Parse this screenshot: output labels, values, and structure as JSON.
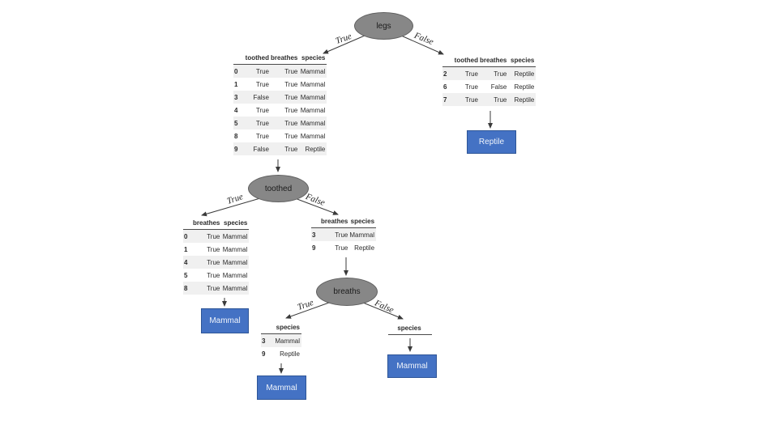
{
  "colors": {
    "node_fill": "#878787",
    "node_border": "#606060",
    "leaf_fill": "#4472c4",
    "leaf_border": "#2e5597",
    "leaf_text": "#f0f4fb",
    "row_stripe": "#f0f0f0",
    "arrow": "#3a3a3a"
  },
  "nodes": {
    "legs": {
      "label": "legs"
    },
    "toothed": {
      "label": "toothed"
    },
    "breaths": {
      "label": "breaths"
    }
  },
  "leaves": {
    "reptile": {
      "label": "Reptile"
    },
    "mammal_left": {
      "label": "Mammal"
    },
    "mammal_bottom": {
      "label": "Mammal"
    },
    "mammal_right": {
      "label": "Mammal"
    }
  },
  "edges": {
    "legs_true": "True",
    "legs_false": "False",
    "toothed_true": "True",
    "toothed_false": "False",
    "breaths_true": "True",
    "breaths_false": "False"
  },
  "tables": {
    "legs_true": {
      "headers": [
        "toothed",
        "breathes",
        "species"
      ],
      "rows": [
        {
          "index": "0",
          "cells": [
            "True",
            "True",
            "Mammal"
          ]
        },
        {
          "index": "1",
          "cells": [
            "True",
            "True",
            "Mammal"
          ]
        },
        {
          "index": "3",
          "cells": [
            "False",
            "True",
            "Mammal"
          ]
        },
        {
          "index": "4",
          "cells": [
            "True",
            "True",
            "Mammal"
          ]
        },
        {
          "index": "5",
          "cells": [
            "True",
            "True",
            "Mammal"
          ]
        },
        {
          "index": "8",
          "cells": [
            "True",
            "True",
            "Mammal"
          ]
        },
        {
          "index": "9",
          "cells": [
            "False",
            "True",
            "Reptile"
          ]
        }
      ]
    },
    "legs_false": {
      "headers": [
        "toothed",
        "breathes",
        "species"
      ],
      "rows": [
        {
          "index": "2",
          "cells": [
            "True",
            "True",
            "Reptile"
          ]
        },
        {
          "index": "6",
          "cells": [
            "True",
            "False",
            "Reptile"
          ]
        },
        {
          "index": "7",
          "cells": [
            "True",
            "True",
            "Reptile"
          ]
        }
      ]
    },
    "toothed_true": {
      "headers": [
        "breathes",
        "species"
      ],
      "rows": [
        {
          "index": "0",
          "cells": [
            "True",
            "Mammal"
          ]
        },
        {
          "index": "1",
          "cells": [
            "True",
            "Mammal"
          ]
        },
        {
          "index": "4",
          "cells": [
            "True",
            "Mammal"
          ]
        },
        {
          "index": "5",
          "cells": [
            "True",
            "Mammal"
          ]
        },
        {
          "index": "8",
          "cells": [
            "True",
            "Mammal"
          ]
        }
      ]
    },
    "toothed_false": {
      "headers": [
        "breathes",
        "species"
      ],
      "rows": [
        {
          "index": "3",
          "cells": [
            "True",
            "Mammal"
          ]
        },
        {
          "index": "9",
          "cells": [
            "True",
            "Reptile"
          ]
        }
      ]
    },
    "breaths_true": {
      "headers": [
        "species"
      ],
      "rows": [
        {
          "index": "3",
          "cells": [
            "Mammal"
          ]
        },
        {
          "index": "9",
          "cells": [
            "Reptile"
          ]
        }
      ]
    },
    "breaths_false": {
      "headers": [
        "species"
      ],
      "rows": []
    }
  }
}
